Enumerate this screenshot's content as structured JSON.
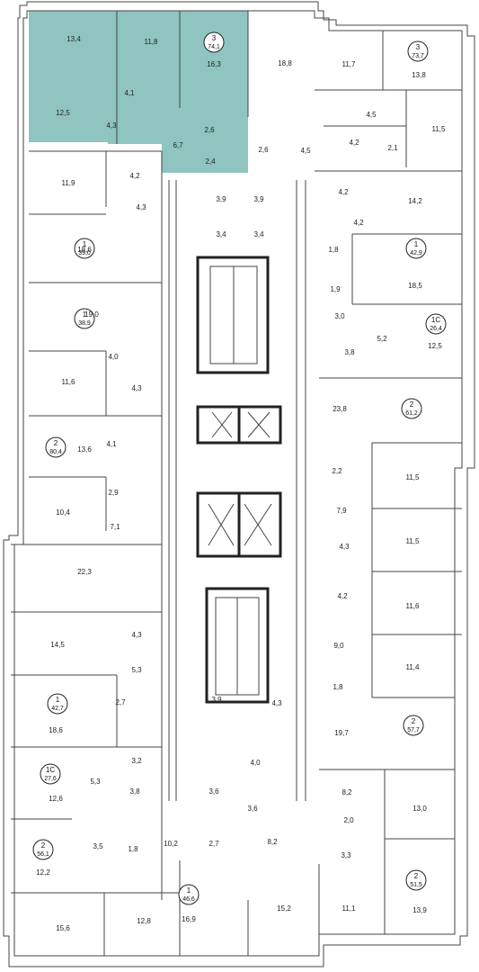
{
  "highlight_color": "#8fc4c0",
  "wall_color": "#444444",
  "apartments": [
    {
      "id": "a1",
      "type": "3",
      "area": "74,1"
    },
    {
      "id": "a2",
      "type": "3",
      "area": "73,7"
    },
    {
      "id": "a3",
      "type": "1",
      "area": "39,0"
    },
    {
      "id": "a4",
      "type": "1",
      "area": "42,9"
    },
    {
      "id": "a5",
      "type": "1",
      "area": "38,9"
    },
    {
      "id": "a6",
      "type": "1С",
      "area": "26,4"
    },
    {
      "id": "a7",
      "type": "2",
      "area": "61,2"
    },
    {
      "id": "a8",
      "type": "2",
      "area": "80,4"
    },
    {
      "id": "a9",
      "type": "1",
      "area": "42,7"
    },
    {
      "id": "a10",
      "type": "2",
      "area": "57,7"
    },
    {
      "id": "a11",
      "type": "1С",
      "area": "27,6"
    },
    {
      "id": "a12",
      "type": "2",
      "area": "56,1"
    },
    {
      "id": "a13",
      "type": "1",
      "area": "46,6"
    },
    {
      "id": "a14",
      "type": "2",
      "area": "51,5"
    }
  ],
  "rooms": [
    "13,4",
    "11,8",
    "16,3",
    "18,8",
    "11,7",
    "13,8",
    "12,5",
    "4,1",
    "4,3",
    "6,7",
    "2,6",
    "2,4",
    "2,6",
    "4,5",
    "4,5",
    "4,2",
    "2,1",
    "11,5",
    "11,9",
    "4,2",
    "4,3",
    "3,9",
    "3,9",
    "4,2",
    "14,2",
    "3,4",
    "3,4",
    "4,2",
    "18,6",
    "1,8",
    "18,5",
    "1,9",
    "19,0",
    "3,0",
    "5,2",
    "12,5",
    "3,8",
    "4,0",
    "11,6",
    "4,3",
    "23,8",
    "4,1",
    "13,6",
    "2,2",
    "11,5",
    "2,9",
    "10,4",
    "7,9",
    "11,5",
    "7,1",
    "4,3",
    "22,3",
    "4,2",
    "11,6",
    "14,5",
    "4,3",
    "9,0",
    "5,3",
    "11,4",
    "1,8",
    "3,9",
    "4,3",
    "2,7",
    "19,7",
    "18,6",
    "3,2",
    "4,0",
    "5,3",
    "3,8",
    "8,2",
    "12,6",
    "3,6",
    "3,6",
    "2,0",
    "13,0",
    "3,5",
    "1,8",
    "10,2",
    "2,7",
    "8,2",
    "3,3",
    "12,2",
    "15,6",
    "12,8",
    "16,9",
    "15,2",
    "11,1",
    "13,9"
  ]
}
